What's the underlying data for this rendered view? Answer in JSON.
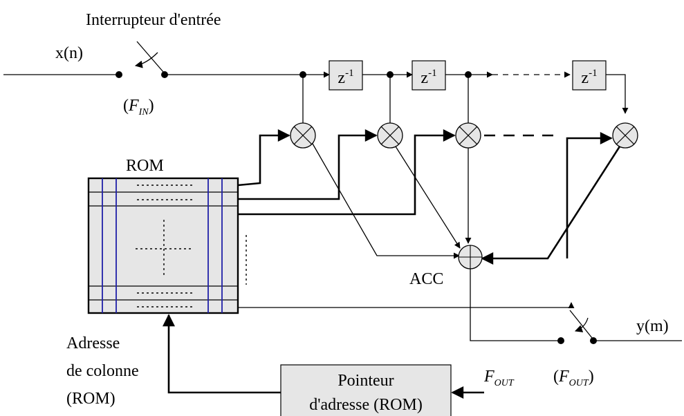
{
  "labels": {
    "switch_title": "Interrupteur d'entrée",
    "input_signal": "x(n)",
    "fin_open": "(",
    "fin_F": "F",
    "fin_sub": "IN",
    "fin_close": ")",
    "delay": "z",
    "delay_exp": "-1",
    "rom": "ROM",
    "acc": "ACC",
    "output_signal": "y(m)",
    "fout_F": "F",
    "fout_sub": "OUT",
    "fout2_open": "(",
    "fout2_F": "F",
    "fout2_sub": "OUT",
    "fout2_close": ")",
    "address_line1": "Adresse",
    "address_line2": "de colonne",
    "address_line3": "(ROM)",
    "pointer_line1": "Pointeur",
    "pointer_line2": "d'adresse (ROM)"
  },
  "colors": {
    "block_fill": "#e6e6e6",
    "rom_column_lines": "#1f1fa8",
    "stroke": "#000000"
  }
}
